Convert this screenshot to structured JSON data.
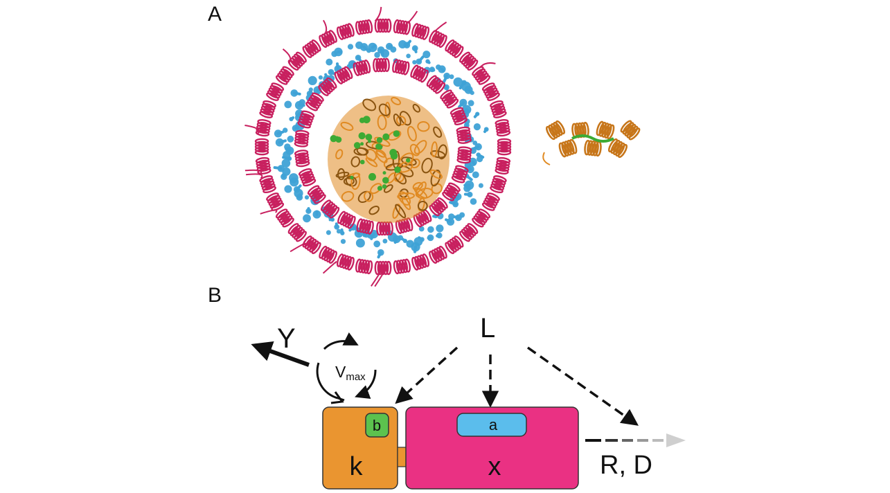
{
  "panels": {
    "a": {
      "label": "A"
    },
    "b": {
      "label": "B",
      "ligand": "L",
      "output_label": "Y",
      "vmax_main": "V",
      "vmax_sub": "max",
      "site_a": "a",
      "site_b": "b",
      "domain_k": "k",
      "domain_x": "x",
      "outcome": "R, D"
    }
  },
  "colors": {
    "orange": "#EA9530",
    "magenta": "#EA3183",
    "blue": "#5BBDEC",
    "green": "#5CC24E",
    "helix_red": "#C8205F",
    "lipid_blue": "#3FA2D6",
    "protein_orange": "#E08A22",
    "ligand_green": "#3DAA34"
  }
}
